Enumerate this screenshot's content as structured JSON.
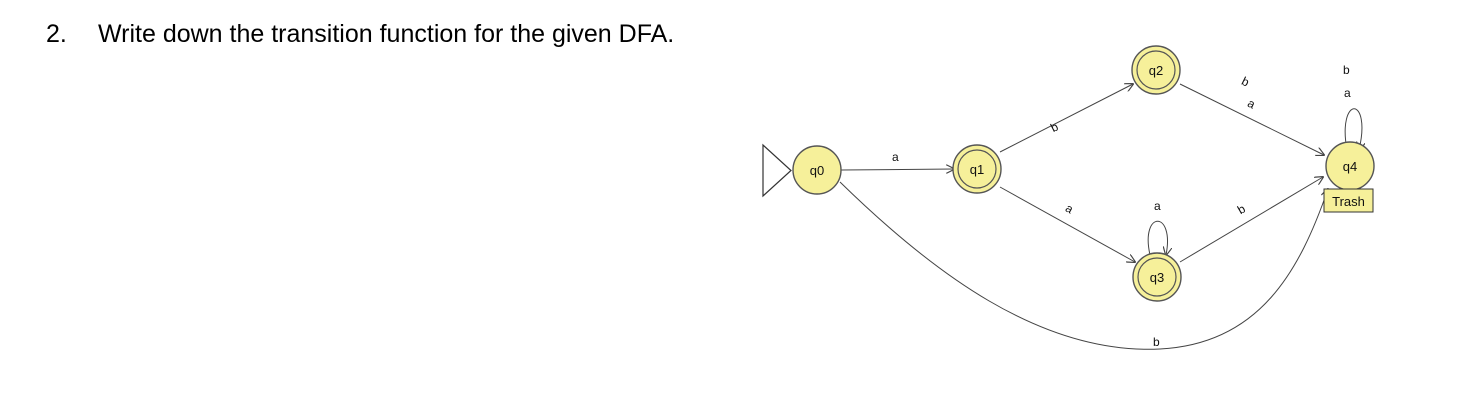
{
  "question": {
    "number": "2.",
    "text": "Write down the transition function for the given DFA."
  },
  "dfa": {
    "states": {
      "q0": "q0",
      "q1": "q1",
      "q2": "q2",
      "q3": "q3",
      "q4": "q4"
    },
    "trash_label": "Trash",
    "transitions": {
      "q0_q1": "a",
      "q0_q4": "b",
      "q1_q2": "b",
      "q1_q3": "a",
      "q2_q4_b": "b",
      "q2_q4_a": "a",
      "q3_q3": "a",
      "q3_q4": "b",
      "q4_q4_b": "b",
      "q4_q4_a": "a"
    },
    "colors": {
      "state_fill": "#f6f09a",
      "edge": "#444444"
    }
  }
}
